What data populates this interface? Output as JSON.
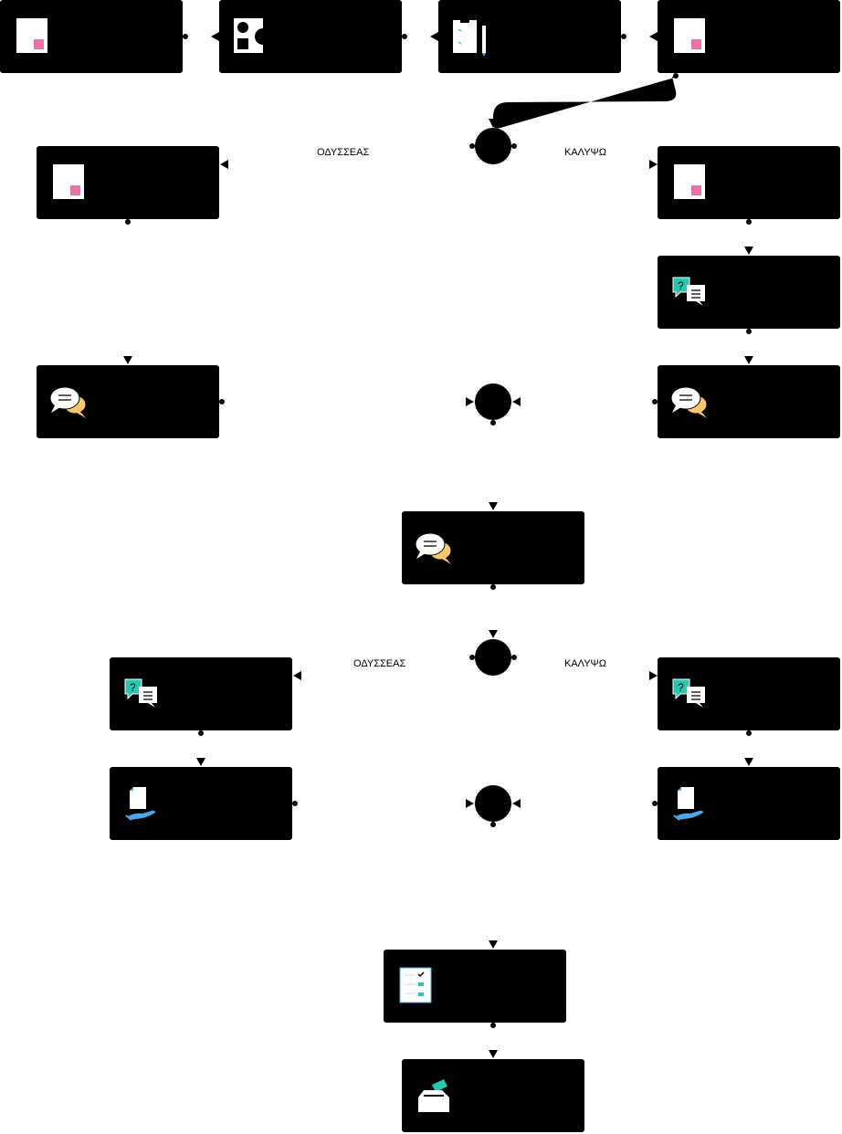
{
  "colors": {
    "node_fill": "#000000",
    "background": "#ffffff",
    "accent_pink": "#f06fa5",
    "accent_teal": "#26c6b0",
    "accent_yellow": "#f7c96b",
    "accent_blue": "#4aa8e8"
  },
  "nodes": [
    {
      "id": "n1",
      "icon": "document-pink-icon"
    },
    {
      "id": "n2",
      "icon": "shapes-icon"
    },
    {
      "id": "n3",
      "icon": "clipboard-pencil-icon"
    },
    {
      "id": "n4",
      "icon": "document-pink-icon"
    },
    {
      "id": "n5",
      "icon": "document-pink-icon"
    },
    {
      "id": "n6",
      "icon": "document-pink-icon"
    },
    {
      "id": "n7",
      "icon": "question-chat-icon"
    },
    {
      "id": "n8",
      "icon": "chat-bubbles-icon"
    },
    {
      "id": "n9",
      "icon": "chat-bubbles-icon"
    },
    {
      "id": "n10",
      "icon": "chat-bubbles-icon"
    },
    {
      "id": "n11",
      "icon": "question-chat-icon"
    },
    {
      "id": "n12",
      "icon": "question-chat-icon"
    },
    {
      "id": "n13",
      "icon": "hand-document-icon"
    },
    {
      "id": "n14",
      "icon": "hand-document-icon"
    },
    {
      "id": "n15",
      "icon": "checklist-icon"
    },
    {
      "id": "n16",
      "icon": "ballot-box-icon"
    }
  ],
  "gateways": [
    {
      "id": "g1",
      "type": "split"
    },
    {
      "id": "g2",
      "type": "join"
    },
    {
      "id": "g3",
      "type": "split"
    },
    {
      "id": "g4",
      "type": "join"
    }
  ],
  "edge_labels": {
    "g1_left": "ΟΔΥΣΣΕΑΣ",
    "g1_right": "ΚΑΛΥΨΩ",
    "g3_left": "ΟΔΥΣΣΕΑΣ",
    "g3_right": "ΚΑΛΥΨΩ"
  }
}
